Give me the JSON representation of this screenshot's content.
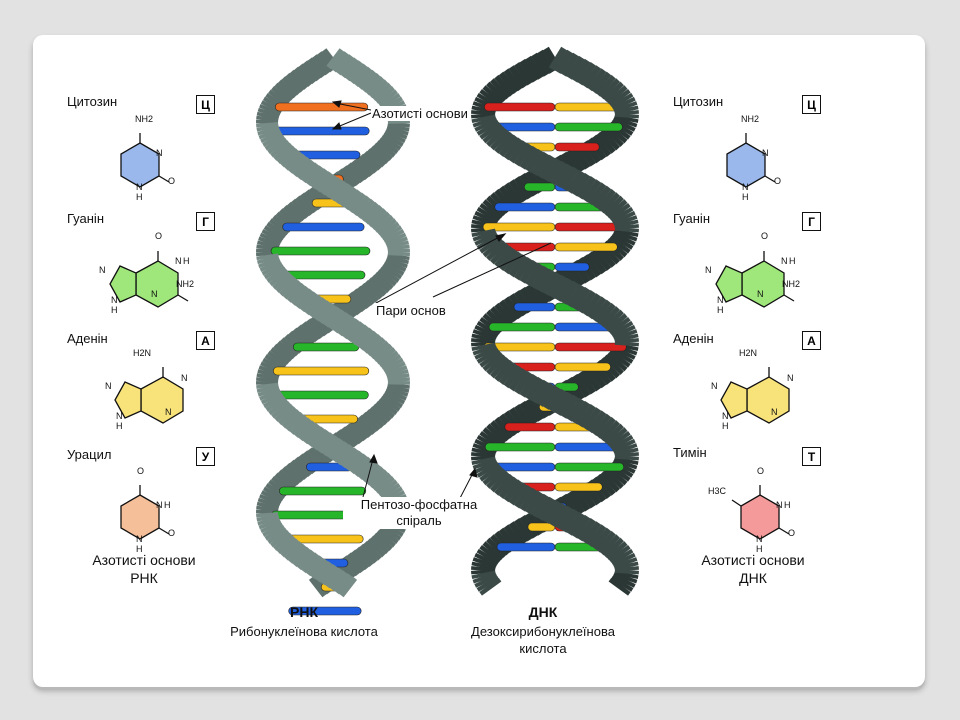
{
  "colors": {
    "cytosine": "#1f5fe0",
    "guanine": "#27b52a",
    "adenine": "#f7c31b",
    "uracil": "#f07020",
    "thymine": "#d8201c",
    "rna_backbone": "#788c87",
    "dna_backbone": "#3b4a47"
  },
  "left_panel": {
    "bases": [
      {
        "name": "Цитозин",
        "letter": "Ц"
      },
      {
        "name": "Гуанін",
        "letter": "Г"
      },
      {
        "name": "Аденін",
        "letter": "А"
      },
      {
        "name": "Урацил",
        "letter": "У"
      }
    ],
    "caption": "Азотисті основи РНК"
  },
  "right_panel": {
    "bases": [
      {
        "name": "Цитозин",
        "letter": "Ц"
      },
      {
        "name": "Гуанін",
        "letter": "Г"
      },
      {
        "name": "Аденін",
        "letter": "А"
      },
      {
        "name": "Тимін",
        "letter": "Т"
      }
    ],
    "caption": "Азотисті основи ДНК"
  },
  "molecule_labels": {
    "nh2": "NH2",
    "h2n": "H2N",
    "n": "N",
    "h": "H",
    "o": "O",
    "h3c": "H3C"
  },
  "callouts": {
    "nitrogenous_bases": "Азотисті основи",
    "base_pairs": "Пари основ",
    "backbone": "Пентозо-фосфатна спіраль"
  },
  "rna": {
    "title": "РНК",
    "subtitle": "Рибонуклеїнова кислота"
  },
  "dna": {
    "title": "ДНК",
    "subtitle": "Дезоксирибонуклеїнова кислота"
  }
}
